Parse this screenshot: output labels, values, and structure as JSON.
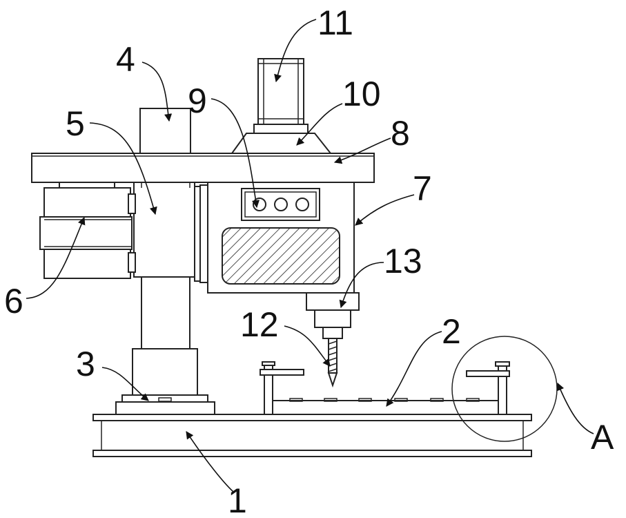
{
  "labels": {
    "l1": "1",
    "l2": "2",
    "l3": "3",
    "l4": "4",
    "l5": "5",
    "l6": "6",
    "l7": "7",
    "l8": "8",
    "l9": "9",
    "l10": "10",
    "l11": "11",
    "l12": "12",
    "l13": "13",
    "lA": "A"
  }
}
